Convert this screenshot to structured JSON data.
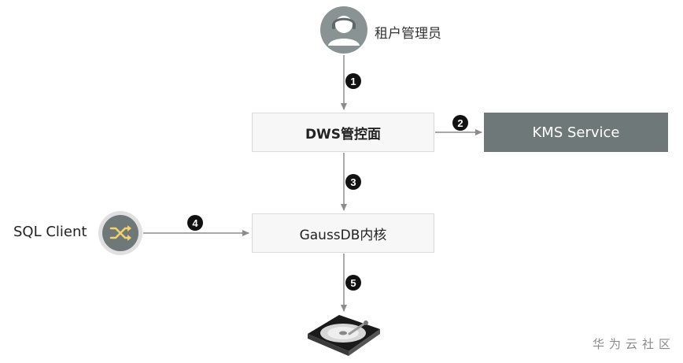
{
  "nodes": {
    "admin": {
      "label": "租户管理员"
    },
    "dws": {
      "label": "DWS管控面"
    },
    "kms": {
      "label": "KMS Service"
    },
    "gaussdb": {
      "label": "GaussDB内核"
    },
    "sql_client": {
      "label": "SQL Client"
    },
    "disk": {
      "label": ""
    }
  },
  "steps": [
    {
      "number": "1",
      "from": "admin",
      "to": "dws"
    },
    {
      "number": "2",
      "from": "dws",
      "to": "kms"
    },
    {
      "number": "3",
      "from": "dws",
      "to": "gaussdb"
    },
    {
      "number": "4",
      "from": "sql_client",
      "to": "gaussdb"
    },
    {
      "number": "5",
      "from": "gaussdb",
      "to": "disk"
    }
  ],
  "watermark": "华为云社区",
  "colors": {
    "icon_gray": "#8a9393",
    "arrow": "#8c8c8c",
    "kms_fill": "#6f7878",
    "badge": "#111111",
    "sql_ring": "#e0e0e0",
    "shuffle_yellow": "#f2d36b"
  }
}
